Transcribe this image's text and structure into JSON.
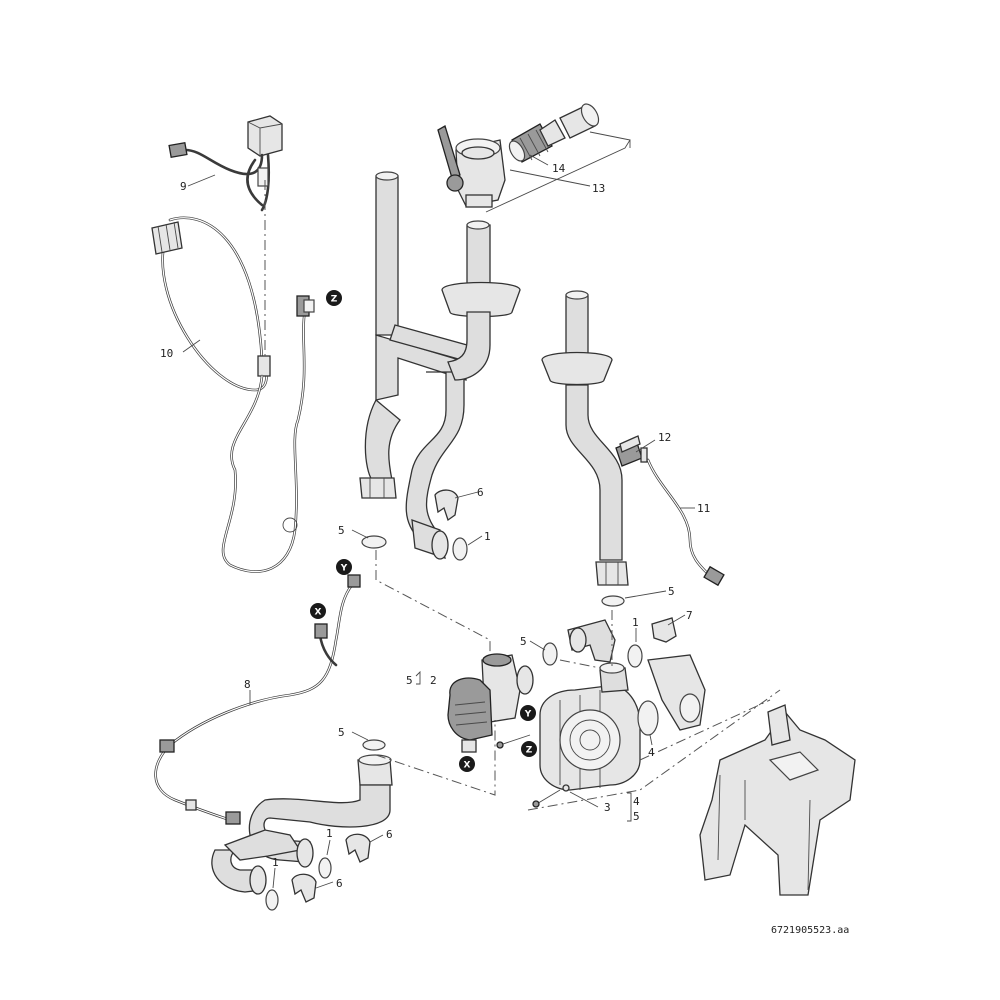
{
  "diagram": {
    "part_labels": {
      "p1a": "1",
      "p1b": "1",
      "p1c": "1",
      "p1d": "1",
      "p2": "2",
      "p3": "3",
      "p4a": "4",
      "p4b": "4",
      "p5a": "5",
      "p5b": "5",
      "p5c": "5",
      "p5d": "5",
      "p5e": "5",
      "p5f": "5",
      "p6a": "6",
      "p6b": "6",
      "p6c": "6",
      "p7": "7",
      "p8": "8",
      "p9": "9",
      "p10": "10",
      "p11": "11",
      "p12": "12",
      "p13": "13",
      "p14": "14"
    },
    "markers": {
      "z_top": "Z",
      "y_left": "Y",
      "x_left": "X",
      "x_pump": "X",
      "y_pump": "Y",
      "z_pump": "Z"
    },
    "reference": "6721905523.aa"
  }
}
